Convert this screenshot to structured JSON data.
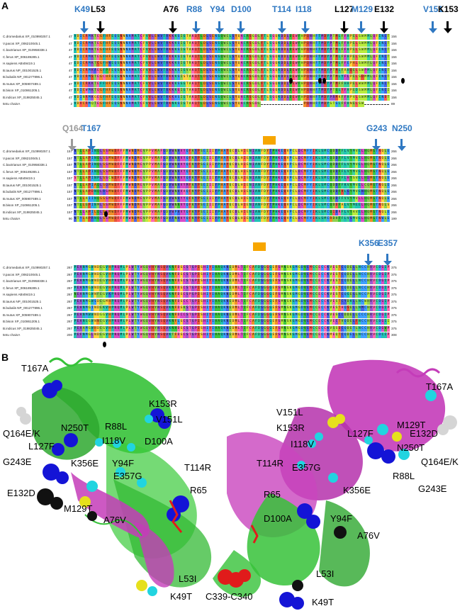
{
  "panel_a": {
    "label": "A",
    "block_1": {
      "start_numbers": [
        "47",
        "47",
        "47",
        "47",
        "47",
        "47",
        "47",
        "47",
        "47",
        "47",
        "2"
      ],
      "end_numbers": [
        "156",
        "156",
        "156",
        "156",
        "156",
        "156",
        "156",
        "156",
        "156",
        "156",
        "89"
      ],
      "markers": [
        {
          "text": "K49",
          "color": "blue"
        },
        {
          "text": "L53",
          "color": "black"
        },
        {
          "text": "A76",
          "color": "black"
        },
        {
          "text": "R88",
          "color": "blue"
        },
        {
          "text": "Y94",
          "color": "blue"
        },
        {
          "text": "D100",
          "color": "blue"
        },
        {
          "text": "T114",
          "color": "blue"
        },
        {
          "text": "I118",
          "color": "blue"
        },
        {
          "text": "L127",
          "color": "black"
        },
        {
          "text": "M129",
          "color": "blue"
        },
        {
          "text": "E132",
          "color": "black"
        },
        {
          "text": "V151",
          "color": "blue"
        },
        {
          "text": "K153",
          "color": "black"
        }
      ]
    },
    "block_2": {
      "start_numbers": [
        "157",
        "157",
        "157",
        "157",
        "157",
        "157",
        "157",
        "157",
        "157",
        "157",
        "90"
      ],
      "end_numbers": [
        "266",
        "266",
        "266",
        "266",
        "266",
        "266",
        "266",
        "266",
        "266",
        "266",
        "199"
      ],
      "markers": [
        {
          "text": "Q164",
          "color": "gray"
        },
        {
          "text": "T167",
          "color": "blue"
        },
        {
          "text": "G243",
          "color": "blue"
        },
        {
          "text": "N250",
          "color": "blue"
        }
      ]
    },
    "block_3": {
      "start_numbers": [
        "267",
        "267",
        "267",
        "267",
        "267",
        "267",
        "267",
        "267",
        "267",
        "267",
        "200"
      ],
      "end_numbers": [
        "375",
        "375",
        "375",
        "375",
        "375",
        "375",
        "375",
        "375",
        "375",
        "375",
        "308"
      ],
      "markers": [
        {
          "text": "K356",
          "color": "blue"
        },
        {
          "text": "E357",
          "color": "blue"
        }
      ]
    },
    "sequence_names": [
      "C.dromedarius XP_010990257.1",
      "V.pacos XP_006210045.1",
      "C.bactrianus XP_010958338.1",
      "C.ferus XP_006189285.1",
      "H.sapiens ABI49419.1",
      "B.taurus NP_001001525.1",
      "B.bubalis NP_001277896.1",
      "B.mutus XP_005907489.1",
      "B.bison XP_010861205.1",
      "B.indicus XP_019825045.1",
      "5ntu chainA"
    ]
  },
  "panel_b": {
    "label": "B",
    "left_labels": [
      "T167A",
      "K153R",
      "V151L",
      "Q164E/K",
      "N250T",
      "R88L",
      "L127F",
      "I118V",
      "D100A",
      "G243E",
      "K356E",
      "Y94F",
      "T114R",
      "E357G",
      "E132D",
      "R65",
      "M129T",
      "A76V",
      "L53I",
      "K49T"
    ],
    "right_labels": [
      "T167A",
      "V151L",
      "M129T",
      "K153R",
      "L127F",
      "E132D",
      "I118V",
      "N250T",
      "Q164E/K",
      "T114R",
      "E357G",
      "R88L",
      "G243E",
      "K356E",
      "R65",
      "D100A",
      "Y94F",
      "A76V",
      "L53I",
      "K49T"
    ],
    "center_label": "C339-C340"
  },
  "colors": {
    "blue_label": "#2f78c2",
    "black_label": "#000000",
    "gray_label": "#9a9a9a",
    "highlight_orange": "#f7a600",
    "helix_green": "#2fbf2f",
    "helix_magenta": "#c43cb9",
    "sphere_blue": "#1414d6",
    "sphere_cyan": "#21d4e0",
    "sphere_yellow": "#e6e01c",
    "sphere_red": "#e01b1b",
    "sphere_gray": "#d5d5d5"
  }
}
